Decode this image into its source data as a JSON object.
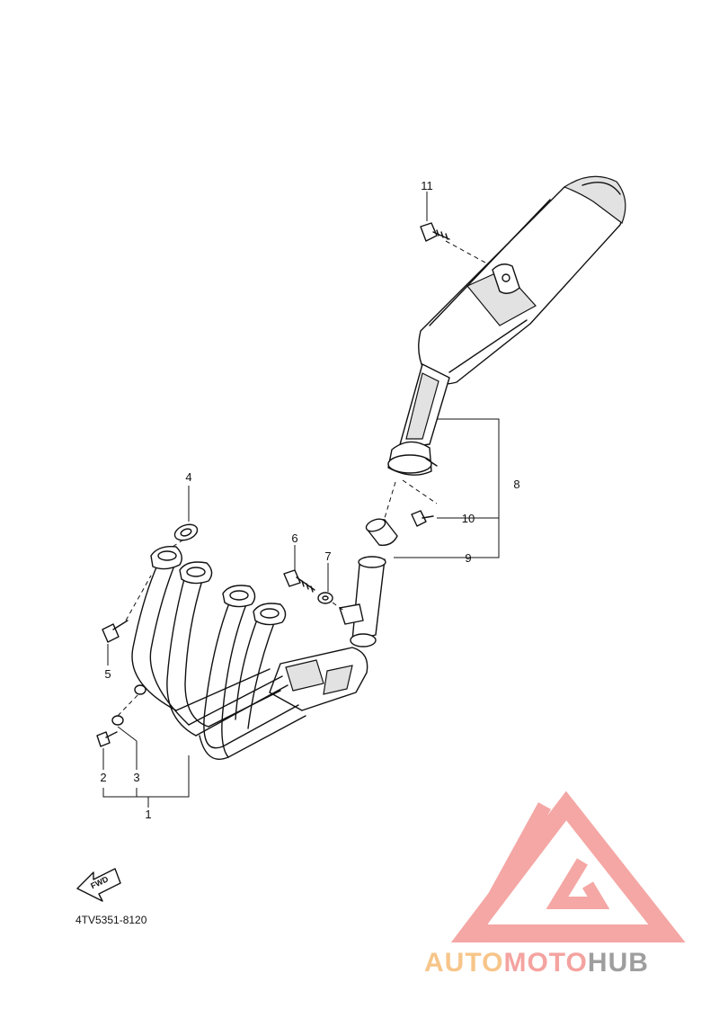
{
  "diagram_code": "4TV5351-8120",
  "fwd_label": "FWD",
  "callouts": {
    "p1": "1",
    "p2": "2",
    "p3": "3",
    "p4": "4",
    "p5": "5",
    "p6": "6",
    "p7": "7",
    "p8": "8",
    "p9": "9",
    "p10": "10",
    "p11": "11"
  },
  "watermark": {
    "text": "AUTOMOTOHUB",
    "part_a": "AUTO",
    "part_b": "MOTO",
    "part_c": "HUB",
    "colors": {
      "auto": "#f7c58a",
      "moto": "#f4a3a0",
      "hub": "#9e9e9e"
    }
  }
}
